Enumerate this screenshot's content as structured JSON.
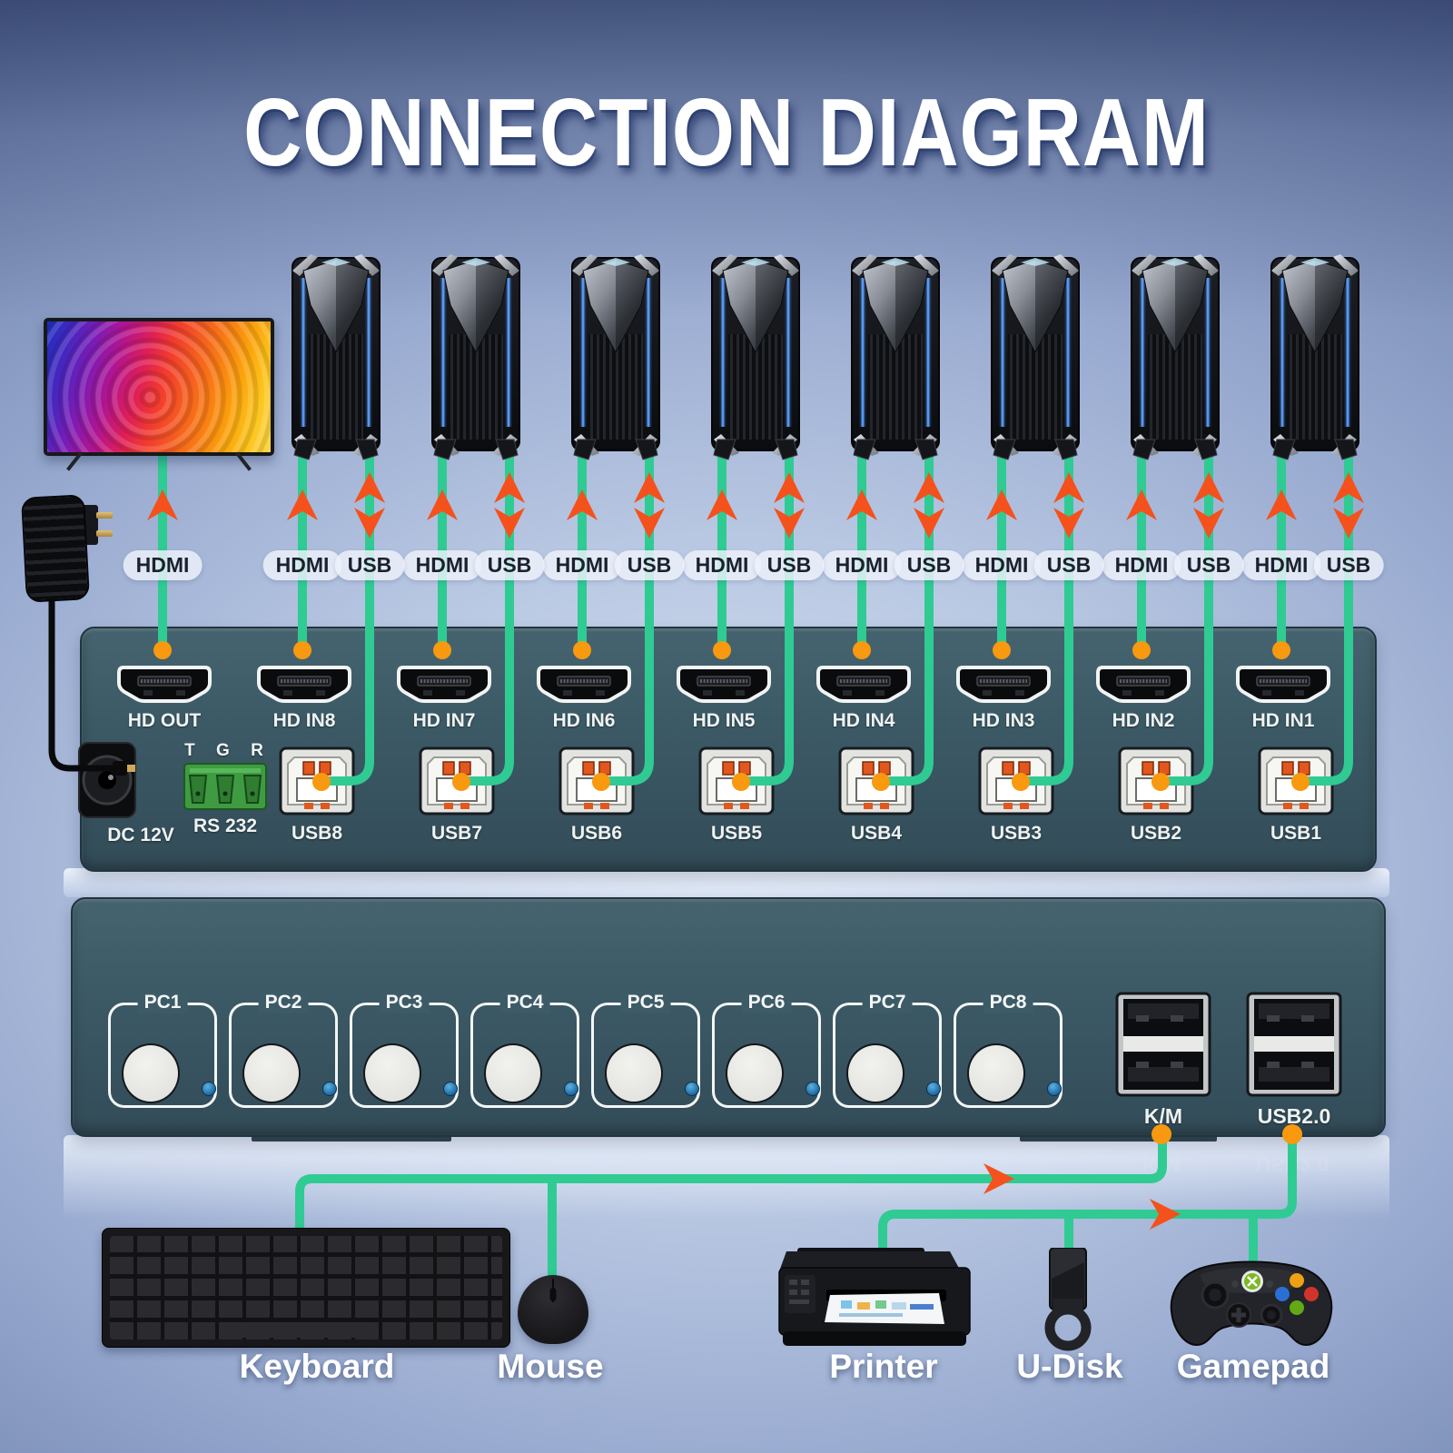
{
  "title": "CONNECTION DIAGRAM",
  "cable_labels": {
    "hdmi": "HDMI",
    "usb": "USB"
  },
  "rear_panel": {
    "hdmi_ports": [
      {
        "label": "HD OUT"
      },
      {
        "label": "HD IN8"
      },
      {
        "label": "HD IN7"
      },
      {
        "label": "HD IN6"
      },
      {
        "label": "HD IN5"
      },
      {
        "label": "HD IN4"
      },
      {
        "label": "HD IN3"
      },
      {
        "label": "HD IN2"
      },
      {
        "label": "HD IN1"
      }
    ],
    "usb_ports": [
      {
        "label": "USB8"
      },
      {
        "label": "USB7"
      },
      {
        "label": "USB6"
      },
      {
        "label": "USB5"
      },
      {
        "label": "USB4"
      },
      {
        "label": "USB3"
      },
      {
        "label": "USB2"
      },
      {
        "label": "USB1"
      }
    ],
    "dc_label": "DC 12V",
    "rs232_label": "RS 232",
    "rs232_pins": "T G R"
  },
  "front_panel": {
    "pc_buttons": [
      {
        "label": "PC1"
      },
      {
        "label": "PC2"
      },
      {
        "label": "PC3"
      },
      {
        "label": "PC4"
      },
      {
        "label": "PC5"
      },
      {
        "label": "PC6"
      },
      {
        "label": "PC7"
      },
      {
        "label": "PC8"
      }
    ],
    "outputs": [
      {
        "label": "K/M"
      },
      {
        "label": "USB2.0"
      }
    ]
  },
  "peripherals": {
    "keyboard": "Keyboard",
    "mouse": "Mouse",
    "printer": "Printer",
    "udisk": "U-Disk",
    "gamepad": "Gamepad"
  },
  "colors": {
    "cable_green": "#2fcb93",
    "dot_orange": "#f8990f",
    "arrow_orange": "#f4511c",
    "panel_teal": "#3c5a66",
    "led_blue": "#1c6aa6"
  }
}
